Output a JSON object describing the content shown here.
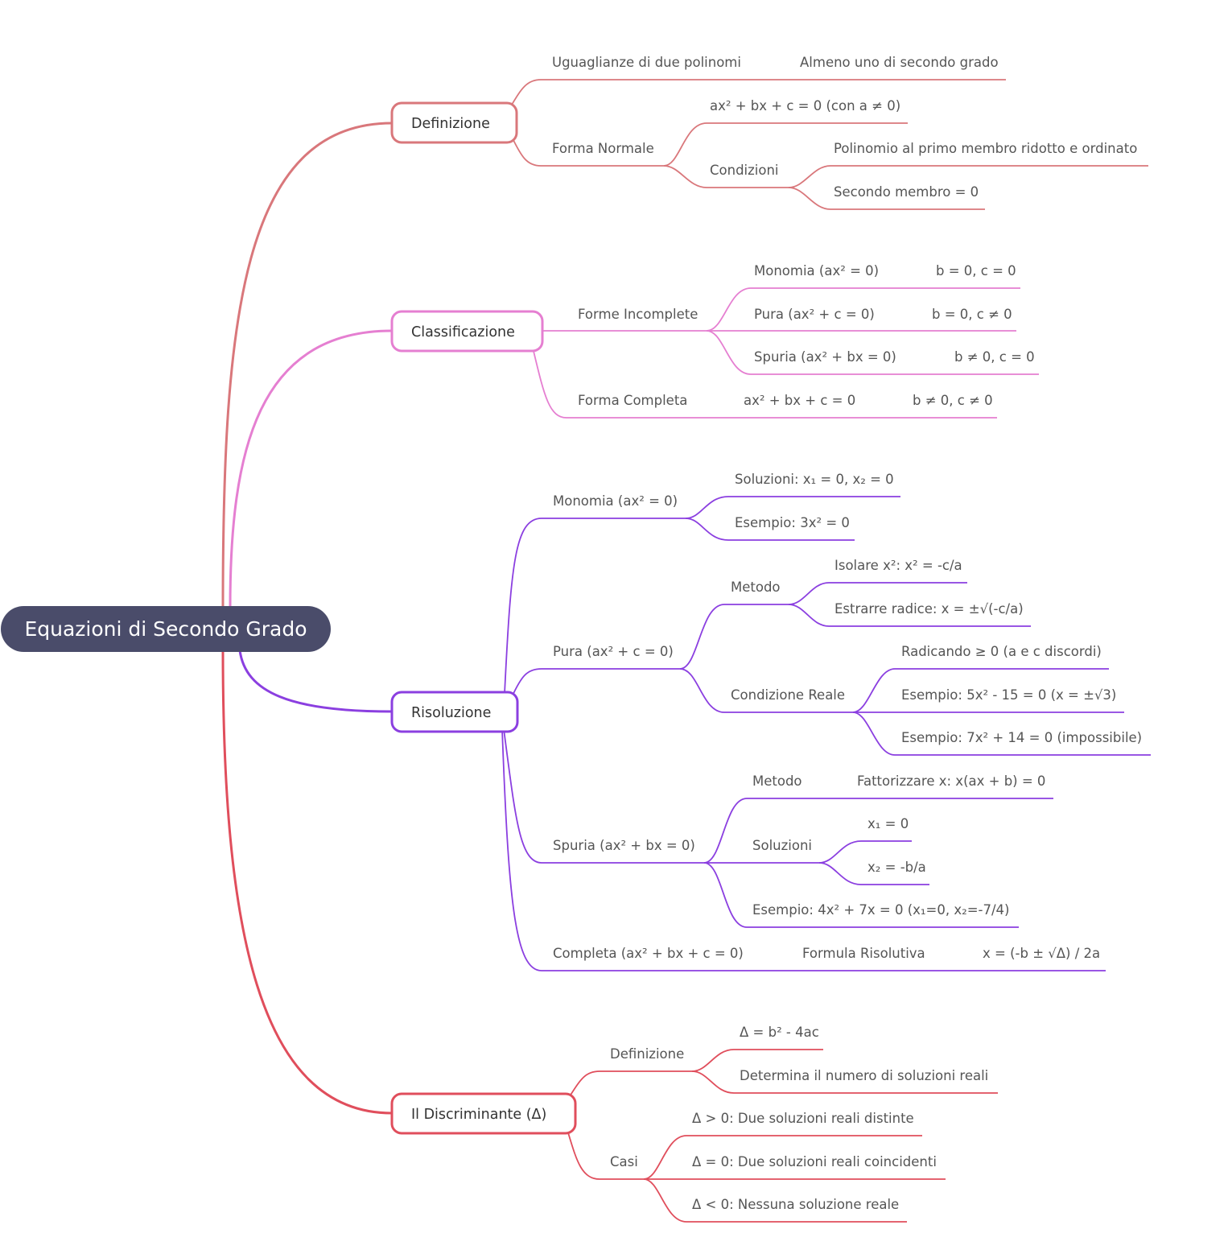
{
  "colors": {
    "root_bg": "#4a4c6a",
    "root_text": "#ffffff",
    "definizione": "#d9777b",
    "classificazione": "#e57fd1",
    "risoluzione": "#8b3fe0",
    "discriminante": "#e04e5c"
  },
  "root": "Equazioni di Secondo Grado",
  "branches": {
    "definizione": {
      "label": "Definizione",
      "uguaglianze": "Uguaglianze di due polinomi",
      "almeno": "Almeno uno di secondo grado",
      "forma_normale": "Forma Normale",
      "formula": "ax² + bx + c = 0 (con a ≠ 0)",
      "condizioni": "Condizioni",
      "polinomio": "Polinomio al primo membro ridotto e ordinato",
      "secondo_membro": "Secondo membro = 0"
    },
    "classificazione": {
      "label": "Classificazione",
      "forme_incomplete": "Forme Incomplete",
      "monomia": "Monomia (ax² = 0)",
      "monomia_cond": "b = 0, c = 0",
      "pura": "Pura (ax² + c = 0)",
      "pura_cond": "b = 0, c ≠ 0",
      "spuria": "Spuria (ax² + bx = 0)",
      "spuria_cond": "b ≠ 0, c = 0",
      "forma_completa": "Forma Completa",
      "completa_eq": "ax² + bx + c = 0",
      "completa_cond": "b ≠ 0, c ≠ 0"
    },
    "risoluzione": {
      "label": "Risoluzione",
      "monomia": "Monomia (ax² = 0)",
      "monomia_sol": "Soluzioni: x₁ = 0, x₂ = 0",
      "monomia_es": "Esempio: 3x² = 0",
      "pura": "Pura (ax² + c = 0)",
      "pura_metodo": "Metodo",
      "isolare": "Isolare x²: x² = -c/a",
      "estrarre": "Estrarre radice: x = ±√(-c/a)",
      "condizione_reale": "Condizione Reale",
      "radicando": "Radicando ≥ 0 (a e c discordi)",
      "es_5x": "Esempio: 5x² - 15 = 0 (x = ±√3)",
      "es_7x": "Esempio: 7x² + 14 = 0 (impossibile)",
      "spuria": "Spuria (ax² + bx = 0)",
      "spuria_metodo": "Metodo",
      "fattorizzare": "Fattorizzare x: x(ax + b) = 0",
      "soluzioni": "Soluzioni",
      "x1": "x₁ = 0",
      "x2": "x₂ = -b/a",
      "es_4x": "Esempio: 4x² + 7x = 0 (x₁=0, x₂=-7/4)",
      "completa": "Completa (ax² + bx + c = 0)",
      "formula_risolutiva": "Formula Risolutiva",
      "formula": "x = (-b ± √Δ) / 2a"
    },
    "discriminante": {
      "label": "Il Discriminante (Δ)",
      "definizione": "Definizione",
      "delta_formula": "Δ = b² - 4ac",
      "determina": "Determina il numero di soluzioni reali",
      "casi": "Casi",
      "caso_pos": "Δ > 0: Due soluzioni reali distinte",
      "caso_zero": "Δ = 0: Due soluzioni reali coincidenti",
      "caso_neg": "Δ < 0: Nessuna soluzione reale"
    }
  }
}
